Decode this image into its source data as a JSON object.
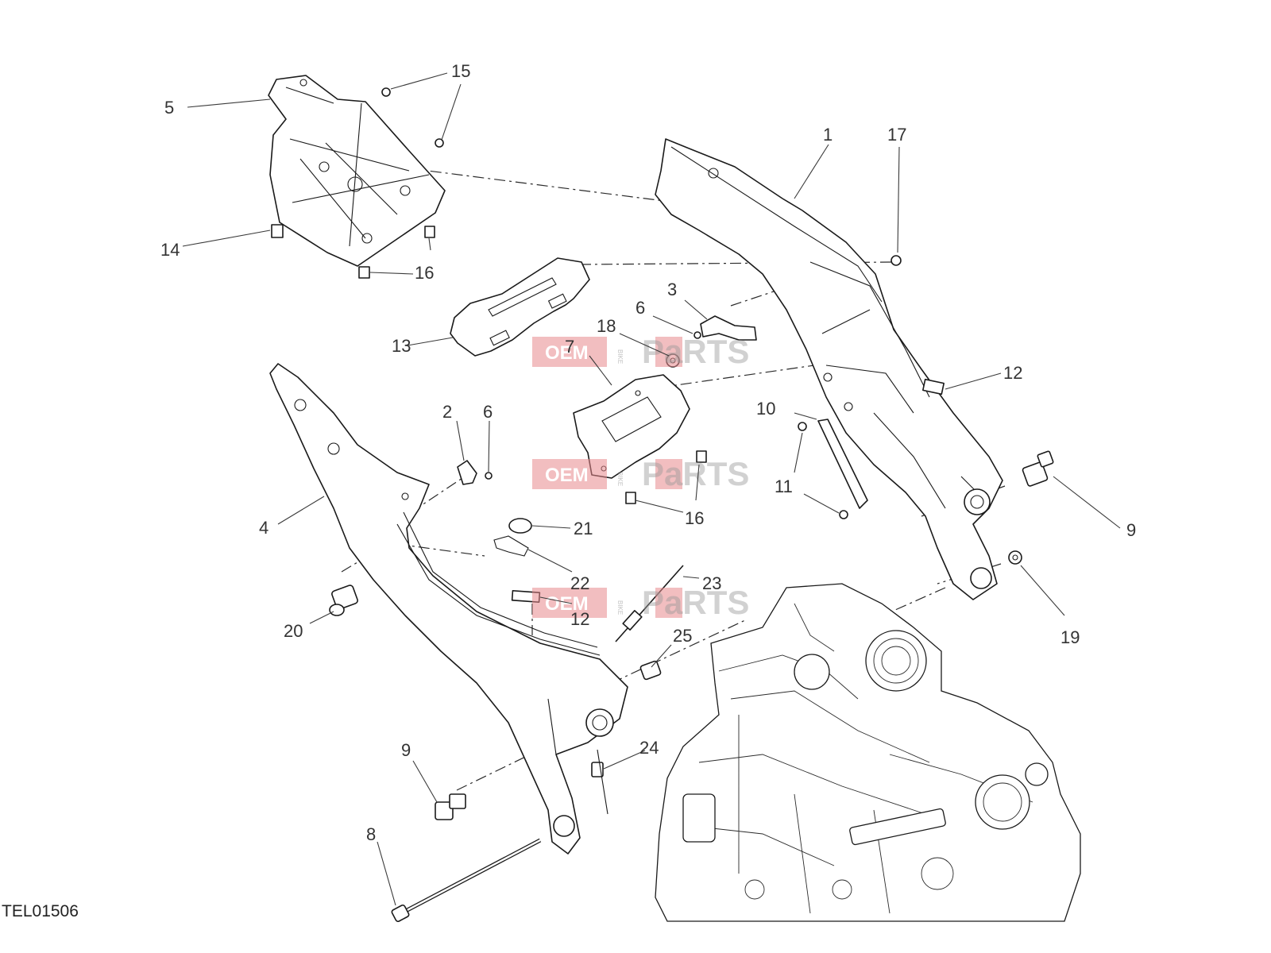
{
  "drawing_code": "TEL01506",
  "watermark": {
    "left": "OEM",
    "small": "BIKE",
    "right": "PaRTS",
    "accent_color": "#e8888c"
  },
  "callouts": [
    {
      "id": "c1",
      "label": "1"
    },
    {
      "id": "c2",
      "label": "2"
    },
    {
      "id": "c3",
      "label": "3"
    },
    {
      "id": "c4",
      "label": "4"
    },
    {
      "id": "c5",
      "label": "5"
    },
    {
      "id": "c6a",
      "label": "6"
    },
    {
      "id": "c6b",
      "label": "6"
    },
    {
      "id": "c7",
      "label": "7"
    },
    {
      "id": "c8",
      "label": "8"
    },
    {
      "id": "c9a",
      "label": "9"
    },
    {
      "id": "c9b",
      "label": "9"
    },
    {
      "id": "c10",
      "label": "10"
    },
    {
      "id": "c11",
      "label": "11"
    },
    {
      "id": "c12a",
      "label": "12"
    },
    {
      "id": "c12b",
      "label": "12"
    },
    {
      "id": "c13",
      "label": "13"
    },
    {
      "id": "c14",
      "label": "14"
    },
    {
      "id": "c15",
      "label": "15"
    },
    {
      "id": "c16a",
      "label": "16"
    },
    {
      "id": "c16b",
      "label": "16"
    },
    {
      "id": "c17",
      "label": "17"
    },
    {
      "id": "c18",
      "label": "18"
    },
    {
      "id": "c19",
      "label": "19"
    },
    {
      "id": "c20",
      "label": "20"
    },
    {
      "id": "c21",
      "label": "21"
    },
    {
      "id": "c22",
      "label": "22"
    },
    {
      "id": "c23",
      "label": "23"
    },
    {
      "id": "c24",
      "label": "24"
    },
    {
      "id": "c25",
      "label": "25"
    }
  ]
}
